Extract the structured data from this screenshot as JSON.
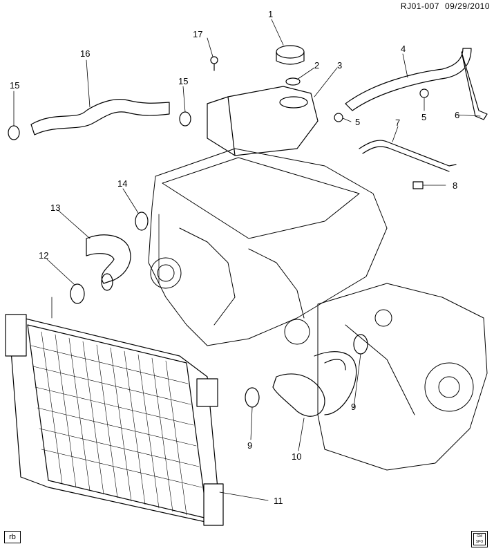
{
  "header": {
    "code": "RJ01-007",
    "date": "09/29/2010"
  },
  "callouts": [
    "1",
    "2",
    "3",
    "4",
    "5",
    "5",
    "6",
    "7",
    "8",
    "9",
    "9",
    "10",
    "11",
    "12",
    "13",
    "14",
    "15",
    "15",
    "16",
    "17"
  ],
  "corner_label": "rb",
  "logo_text": "GM SPO"
}
